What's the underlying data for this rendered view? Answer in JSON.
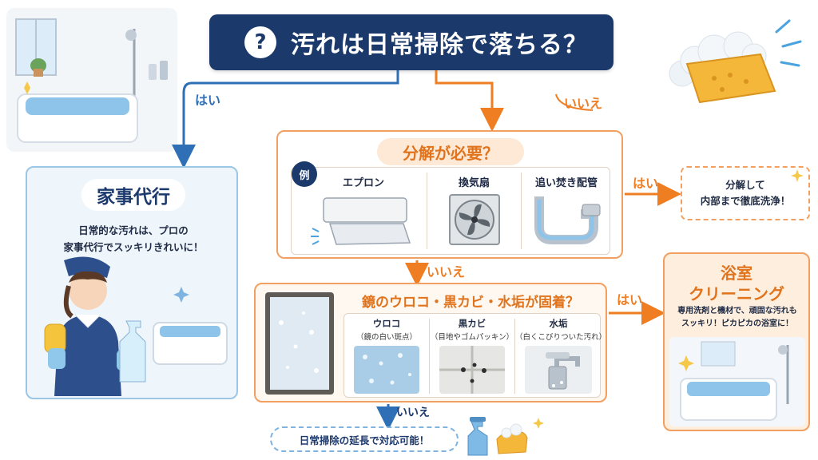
{
  "header": {
    "icon": "?",
    "title": "汚れは日常掃除で落ちる？"
  },
  "labels": {
    "yes_left": "はい",
    "no_top": "いいえ",
    "yes_box1": "はい",
    "no_box1": "いいえ",
    "yes_box2": "はい",
    "no_box2": "いいえ"
  },
  "left_panel": {
    "title": "家事代行",
    "desc_line1": "日常的な汚れは、プロの",
    "desc_line2": "家事代行でスッキリきれいに！"
  },
  "box1": {
    "title": "分解が必要？",
    "badge": "例",
    "items": [
      {
        "label": "エプロン",
        "icon": "bathtub-apron-icon"
      },
      {
        "label": "換気扇",
        "icon": "ventilation-fan-icon"
      },
      {
        "label": "追い焚き配管",
        "icon": "reheating-pipe-icon"
      }
    ]
  },
  "result1": {
    "line1": "分解して",
    "line2": "内部まで徹底洗浄！"
  },
  "box2": {
    "title": "鏡のウロコ・黒カビ・水垢が固着？",
    "items": [
      {
        "label": "ウロコ",
        "sub": "（鏡の白い斑点）",
        "icon": "water-spots-icon"
      },
      {
        "label": "黒カビ",
        "sub": "（目地やゴムパッキン）",
        "icon": "black-mold-icon"
      },
      {
        "label": "水垢",
        "sub": "（白くこびりついた汚れ）",
        "icon": "faucet-scale-icon"
      }
    ]
  },
  "right_panel": {
    "title_line1": "浴室",
    "title_line2": "クリーニング",
    "desc_line1": "専用洗剤と機材で、頑固な汚れも",
    "desc_line2": "スッキリ！ピカピカの浴室に！"
  },
  "bottom": {
    "text": "日常掃除の延長で対応可能！"
  },
  "colors": {
    "navy": "#1b3a6b",
    "orange": "#ef7d22",
    "blue": "#2f6fb6"
  }
}
